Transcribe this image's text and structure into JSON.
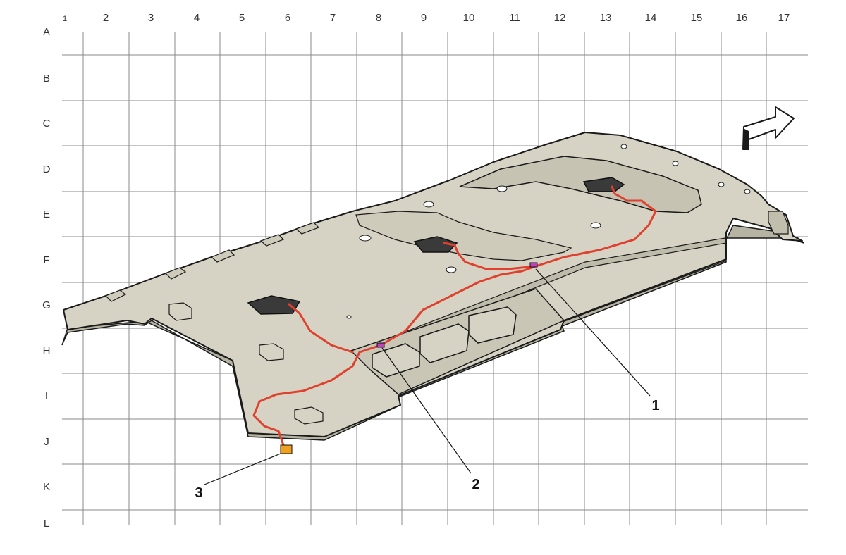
{
  "grid": {
    "columns": [
      "1",
      "2",
      "3",
      "4",
      "5",
      "6",
      "7",
      "8",
      "9",
      "10",
      "11",
      "12",
      "13",
      "14",
      "15",
      "16",
      "17"
    ],
    "rows": [
      "A",
      "B",
      "C",
      "D",
      "E",
      "F",
      "G",
      "H",
      "I",
      "J",
      "K",
      "L"
    ]
  },
  "callouts": [
    {
      "id": "1",
      "label": "1"
    },
    {
      "id": "2",
      "label": "2"
    },
    {
      "id": "3",
      "label": "3"
    }
  ],
  "colors": {
    "headliner_fill": "#d6d3c4",
    "headliner_shade": "#c2beae",
    "outline": "#1a1a1a",
    "wire": "#e0402e",
    "connector_3": "#f0a020",
    "connector_small": "#c040c0",
    "grid_line": "#8a8a8a"
  },
  "icons": {
    "direction_arrow": "forward-arrow-icon"
  }
}
